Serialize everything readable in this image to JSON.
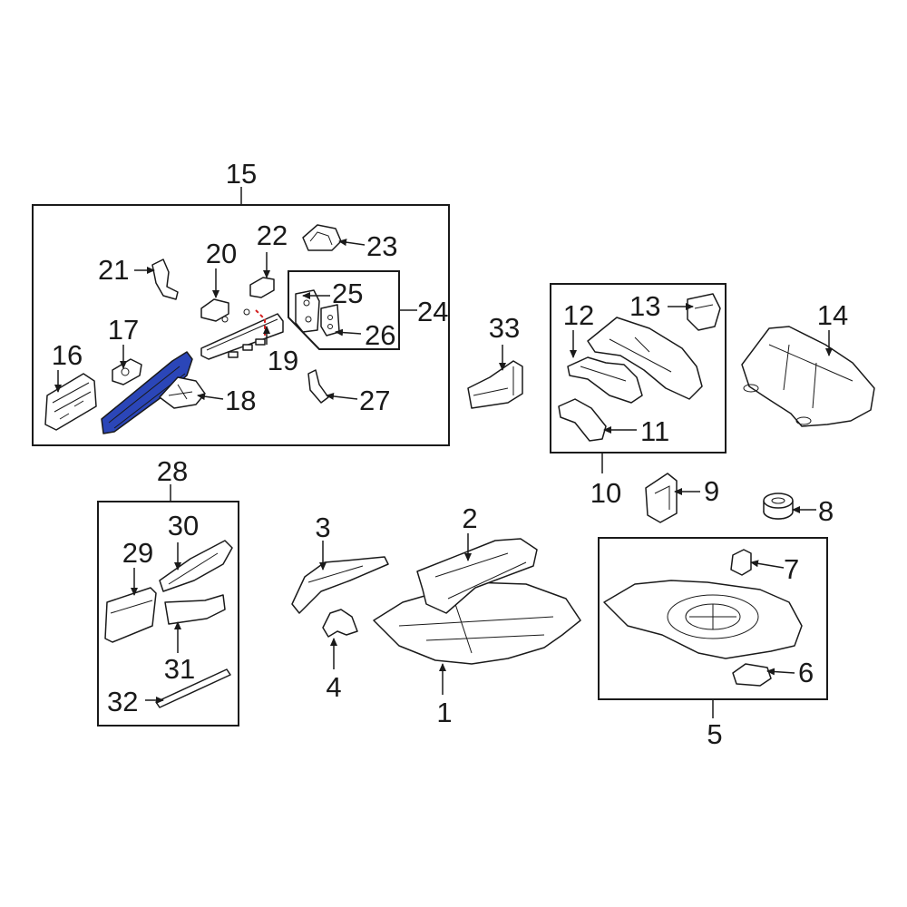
{
  "diagram": {
    "highlight_color": "#2b46b8",
    "accent_color": "#d42020",
    "callouts": {
      "c1": "1",
      "c2": "2",
      "c3": "3",
      "c4": "4",
      "c5": "5",
      "c6": "6",
      "c7": "7",
      "c8": "8",
      "c9": "9",
      "c10": "10",
      "c11": "11",
      "c12": "12",
      "c13": "13",
      "c14": "14",
      "c15": "15",
      "c16": "16",
      "c17": "17",
      "c18": "18",
      "c19": "19",
      "c20": "20",
      "c21": "21",
      "c22": "22",
      "c23": "23",
      "c24": "24",
      "c25": "25",
      "c26": "26",
      "c27": "27",
      "c28": "28",
      "c29": "29",
      "c30": "30",
      "c31": "31",
      "c32": "32",
      "c33": "33"
    }
  }
}
